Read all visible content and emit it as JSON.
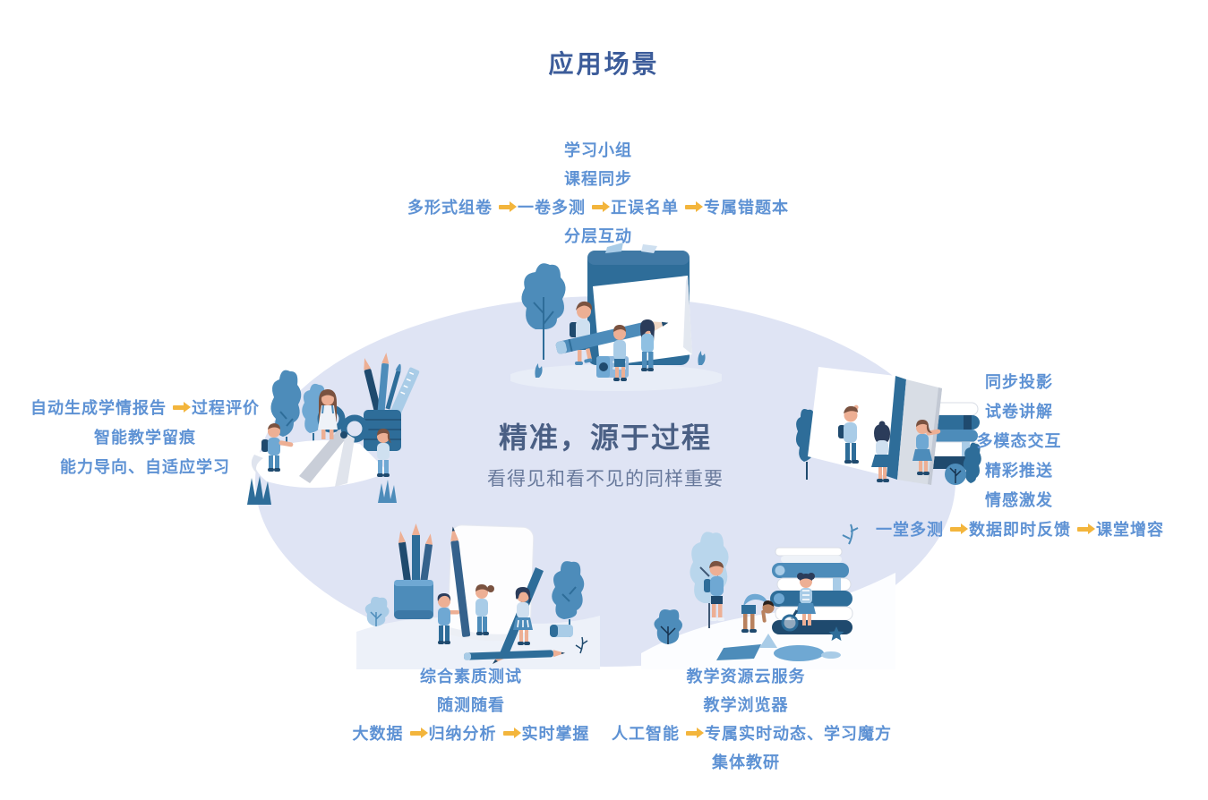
{
  "title": "应用场景",
  "center": {
    "headline": "精准，源于过程",
    "subheadline": "看得见和看不见的同样重要"
  },
  "icons": {
    "arrow_right": "➡"
  },
  "colors": {
    "title_text": "#3c5c9a",
    "label_text": "#5e92d4",
    "arrow": "#f3b53c",
    "headline_text": "#4a5f84",
    "subheadline_text": "#68799b",
    "ellipse_bg": "#dfe4f4"
  },
  "clusters": [
    {
      "id": "top",
      "position": "top",
      "lines": [
        [
          "学习小组"
        ],
        [
          "课程同步"
        ],
        [
          "多形式组卷",
          "一卷多测",
          "正误名单",
          "专属错题本"
        ],
        [
          "分层互动"
        ]
      ]
    },
    {
      "id": "left",
      "position": "left",
      "lines": [
        [
          "自动生成学情报告",
          "过程评价"
        ],
        [
          "智能教学留痕"
        ],
        [
          "能力导向、自适应学习"
        ]
      ]
    },
    {
      "id": "right",
      "position": "right",
      "lines": [
        [
          "同步投影"
        ],
        [
          "试卷讲解"
        ],
        [
          "多模态交互"
        ],
        [
          "精彩推送"
        ],
        [
          "情感激发"
        ],
        [
          "一堂多测",
          "数据即时反馈",
          "课堂增容"
        ]
      ]
    },
    {
      "id": "bottom-left",
      "position": "bottom-left",
      "lines": [
        [
          "综合素质测试"
        ],
        [
          "随测随看"
        ],
        [
          "大数据",
          "归纳分析",
          "实时掌握"
        ]
      ]
    },
    {
      "id": "bottom-right",
      "position": "bottom-right",
      "lines": [
        [
          "教学资源云服务"
        ],
        [
          "教学浏览器"
        ],
        [
          "人工智能",
          "专属实时动态、学习魔方"
        ],
        [
          "集体教研"
        ]
      ]
    }
  ],
  "illustrations": [
    {
      "id": "top",
      "name": "students-giant-notebook-pencil-illustration"
    },
    {
      "id": "left",
      "name": "students-scissors-paper-pencil-cup-illustration"
    },
    {
      "id": "right",
      "name": "students-giant-open-book-stack-illustration"
    },
    {
      "id": "bottom-left",
      "name": "students-scroll-giant-pencils-illustration"
    },
    {
      "id": "bottom-right",
      "name": "students-book-stack-magnifier-shapes-illustration"
    }
  ]
}
